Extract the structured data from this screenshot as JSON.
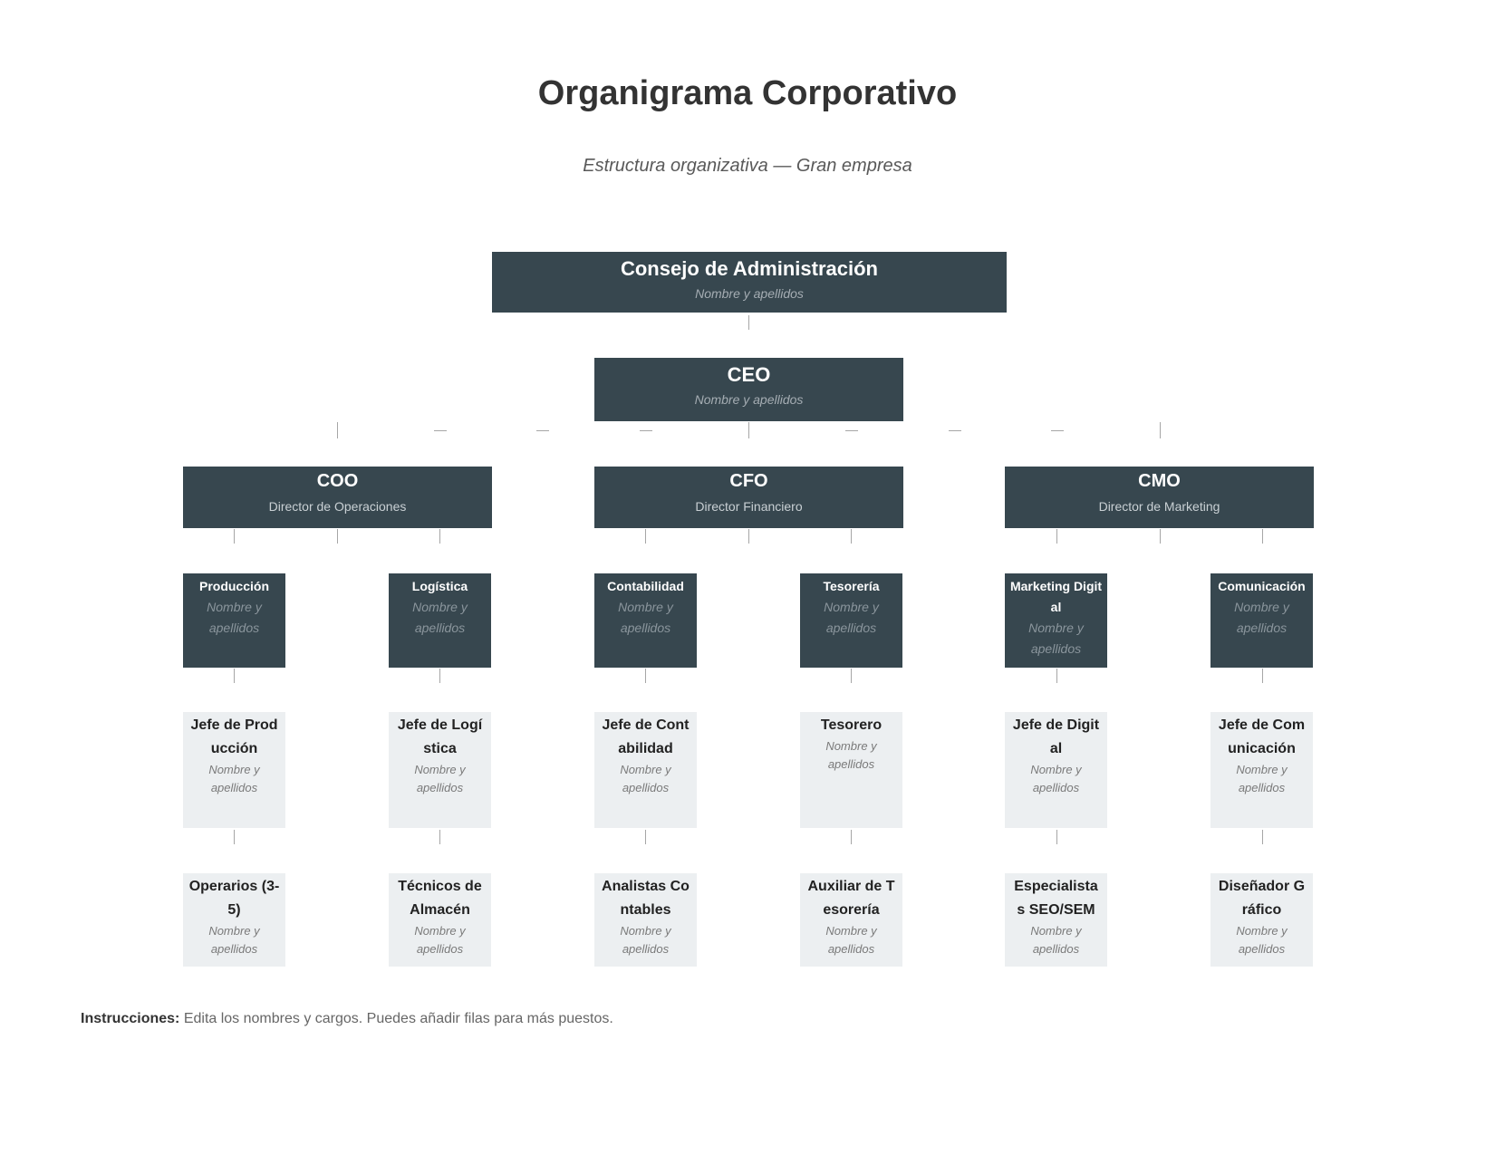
{
  "header": {
    "title": "Organigrama Corporativo",
    "subtitle": "Estructura organizativa — Gran empresa"
  },
  "board": {
    "title": "Consejo de Administración",
    "name": "Nombre y apellidos"
  },
  "ceo": {
    "title": "CEO",
    "name": "Nombre y apellidos"
  },
  "executives": [
    {
      "title": "COO",
      "subtitle": "Director de Operaciones"
    },
    {
      "title": "CFO",
      "subtitle": "Director Financiero"
    },
    {
      "title": "CMO",
      "subtitle": "Director de Marketing"
    }
  ],
  "departments": [
    {
      "title": "Producción",
      "name": "Nombre y apellidos"
    },
    {
      "title": "Logística",
      "name": "Nombre y apellidos"
    },
    {
      "title": "Contabilidad",
      "name": "Nombre y apellidos"
    },
    {
      "title": "Tesorería",
      "name": "Nombre y apellidos"
    },
    {
      "title": "Marketing Digital",
      "name": "Nombre y apellidos"
    },
    {
      "title": "Comunicación",
      "name": "Nombre y apellidos"
    }
  ],
  "managers": [
    {
      "title": "Jefe de Producción",
      "name": "Nombre y apellidos"
    },
    {
      "title": "Jefe de Logística",
      "name": "Nombre y apellidos"
    },
    {
      "title": "Jefe de Contabilidad",
      "name": "Nombre y apellidos"
    },
    {
      "title": "Tesorero",
      "name": "Nombre y apellidos"
    },
    {
      "title": "Jefe de Digital",
      "name": "Nombre y apellidos"
    },
    {
      "title": "Jefe de Comunicación",
      "name": "Nombre y apellidos"
    }
  ],
  "staff": [
    {
      "title": "Operarios (3-5)",
      "name": "Nombre y apellidos"
    },
    {
      "title": "Técnicos de Almacén",
      "name": "Nombre y apellidos"
    },
    {
      "title": "Analistas Contables",
      "name": "Nombre y apellidos"
    },
    {
      "title": "Auxiliar de Tesorería",
      "name": "Nombre y apellidos"
    },
    {
      "title": "Especialistas SEO/SEM",
      "name": "Nombre y apellidos"
    },
    {
      "title": "Diseñador Gráfico",
      "name": "Nombre y apellidos"
    }
  ],
  "instructions": {
    "label": "Instrucciones:",
    "text": "Edita los nombres y cargos. Puedes añadir filas para más puestos."
  }
}
